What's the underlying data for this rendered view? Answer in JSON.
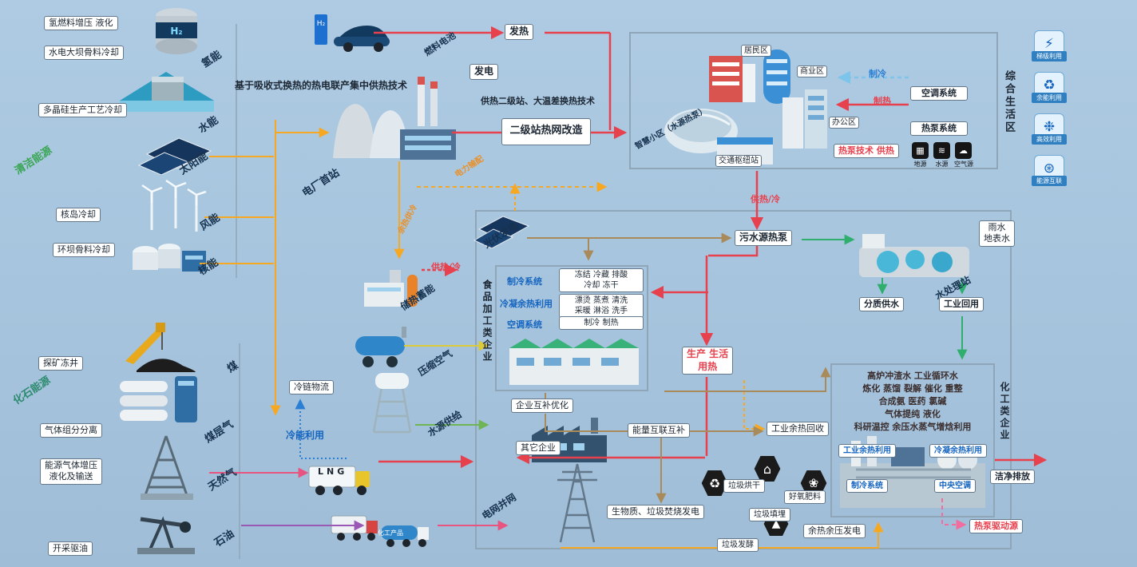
{
  "colors": {
    "bg": "#aecbe3",
    "red": "#e8414e",
    "orange": "#f7a823",
    "yellow": "#ddca3a",
    "green": "#2fae6e",
    "light_green": "#6fb455",
    "brown": "#a98a5b",
    "blue": "#2a7fd4",
    "light_blue": "#7cc4ea",
    "magenta": "#e75480",
    "purple": "#9b59b6",
    "pink": "#f26d9d"
  },
  "left": {
    "clean_energy": "清洁能源",
    "fossil_energy": "化石能源",
    "hydrogen": "氢能",
    "hydro": "水能",
    "solar": "太阳能",
    "wind": "风能",
    "nuclear": "核能",
    "coal": "煤",
    "cbm": "煤层气",
    "natural_gas": "天然气",
    "oil": "石油",
    "callout_h2": "氢燃料增压  液化",
    "callout_dam": "水电大坝骨料冷却",
    "callout_poly": "多晶硅生产工艺冷却",
    "callout_nuclear": "核岛冷却",
    "callout_ringdam": "环坝骨料冷却",
    "callout_freeze": "探矿冻井",
    "callout_gas_sep": "气体组分分离",
    "callout_gas_boost": "能源气体增压\n液化及输送",
    "callout_oil": "开采驱油"
  },
  "center": {
    "fuel_cell": "燃料电池",
    "heat": "发热",
    "power": "发电",
    "chp": "基于吸收式换热的热电联产集中供热技术",
    "plant": "电厂首站",
    "secondary_tech": "供热二级站、大温差换热技术",
    "retrofit": "二级站热网改造",
    "power_dispatch": "电力输配",
    "waste_heat_cooling": "余热供冷",
    "pv": "光伏发电",
    "storage": "储热蓄能",
    "supply_hc": "供热/冷",
    "compressed_air": "压缩空气",
    "water_supply": "水源供给",
    "cold_chain": "冷链物流",
    "cold_energy": "冷能利用",
    "lng": "LNG",
    "chem_product": "化工产品",
    "grid": "电网并网"
  },
  "living": {
    "title": "综合生活区",
    "smart_community": "智慧小区（水源热泵）",
    "residential": "居民区",
    "commercial": "商业区",
    "office": "办公区",
    "hub": "交通枢纽站",
    "cooling": "制冷",
    "heating": "制热",
    "ac": "空调系统",
    "hp": "热泵系统",
    "hp_heating": "热泵技术  供热",
    "supply_hc": "供热/冷",
    "src": {
      "ground": {
        "label": "地源",
        "glyph": "▦"
      },
      "water": {
        "label": "水源",
        "glyph": "≋"
      },
      "air": {
        "label": "空气源",
        "glyph": "☁"
      }
    }
  },
  "side": {
    "i1": {
      "label": "梯级利用",
      "glyph": "⚡"
    },
    "i2": {
      "label": "余能利用",
      "glyph": "♻"
    },
    "i3": {
      "label": "高效利用",
      "glyph": "❉"
    },
    "i4": {
      "label": "能源互联",
      "glyph": "⊛"
    }
  },
  "park": {
    "sewage_hp": "污水源热泵",
    "rain": "雨水\n地表水",
    "water_plant": "水处理站",
    "split_water": "分质供水",
    "reuse": "工业回用",
    "food_title": "食品加工类企业",
    "f_cool_sys": "制冷系统",
    "f_cool_items": "冻结 冷藏 排酸\n冷却 冻干",
    "f_cond_sys": "冷凝余热利用",
    "f_cond_items": "漂烫 蒸煮 清洗\n采暖 淋浴 洗手",
    "f_ac_sys": "空调系统",
    "f_ac_items": "制冷  制热",
    "heat_use": "生产 生活\n用热",
    "mutual": "企业互补优化",
    "interlink": "能量互联互补",
    "others": "其它企业",
    "recovery": "工业余热回收",
    "chem_title": "化工类企业",
    "chem_block": "高炉冲渣水 工业循环水\n炼化 蒸馏 裂解 催化 重整\n合成氨 医药 氯碱\n气体提纯 液化\n科研温控 余压水蒸气增焓利用",
    "chem_ind_heat": "工业余热利用",
    "chem_cond_heat": "冷凝余热利用",
    "chem_cool": "制冷系统",
    "chem_cac": "中央空调",
    "clean": "洁净排放",
    "hp_source": "热泵驱动源",
    "biomass": "生物质、垃圾焚烧发电",
    "waste_dry": "垃圾烘干",
    "aerobic": "好氧肥料",
    "landfill": "垃圾填埋",
    "ferment": "垃圾发酵",
    "wh_power": "余热余压发电",
    "hex1": {
      "glyph": "♻"
    },
    "hex2": {
      "glyph": "⌂"
    },
    "hex3": {
      "glyph": "❀"
    },
    "hex4": {
      "glyph": "▲"
    }
  }
}
